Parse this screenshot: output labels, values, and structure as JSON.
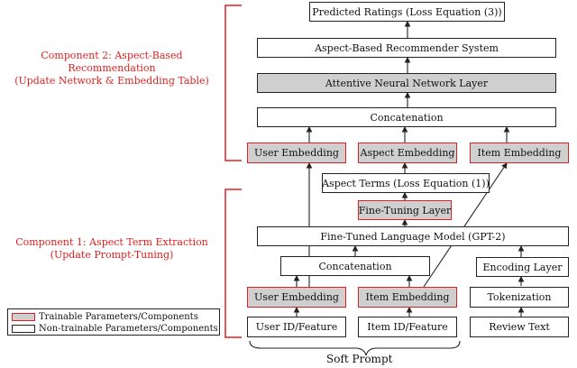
{
  "components": {
    "rec_title": "Component 2: Aspect-Based Recommendation",
    "rec_sub": "(Update Network & Embedding Table)",
    "ext_title": "Component 1: Aspect Term Extraction",
    "ext_sub": "(Update Prompt-Tuning)"
  },
  "boxes": {
    "predicted": "Predicted Ratings (Loss Equation (3))",
    "recommender": "Aspect-Based Recommender System",
    "attentive": "Attentive Neural Network Layer",
    "concat_top": "Concatenation",
    "user_emb_top": "User Embedding",
    "aspect_emb": "Aspect Embedding",
    "item_emb_top": "Item Embedding",
    "aspect_terms": "Aspect Terms (Loss Equation (1))",
    "fine_tuning": "Fine-Tuning Layer",
    "lm": "Fine-Tuned Language Model (GPT-2)",
    "concat_bottom": "Concatenation",
    "encoding": "Encoding Layer",
    "user_emb_bottom": "User Embedding",
    "item_emb_bottom": "Item Embedding",
    "tokenization": "Tokenization",
    "user_id": "User ID/Feature",
    "item_id": "Item ID/Feature",
    "review": "Review Text"
  },
  "legend": {
    "trainable": "Trainable Parameters/Components",
    "nontrainable": "Non-trainable Parameters/Components"
  },
  "soft_prompt": "Soft Prompt",
  "colors": {
    "accent": "#e02020",
    "trainable_fill": "#cfcfcf",
    "stroke": "#222222"
  }
}
